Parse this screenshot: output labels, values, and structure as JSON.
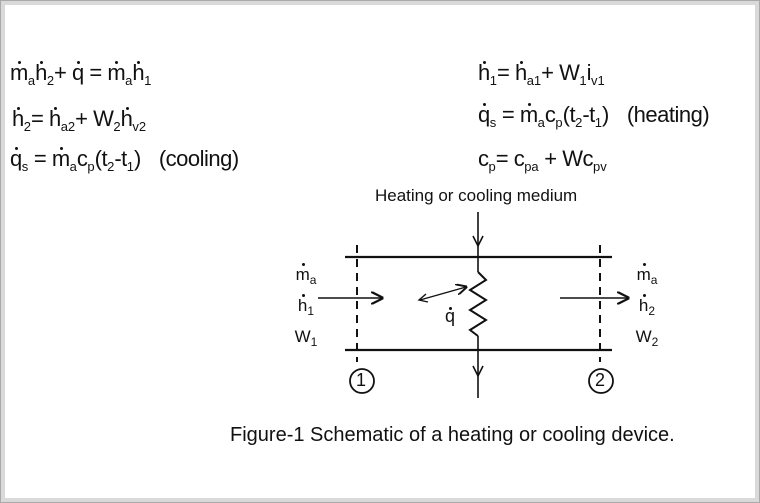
{
  "equations": {
    "left": [
      "ṁah2 + q̇ = ṁah1",
      "h2 = ha2 + W2hv2",
      "q̇s = ṁacp(t2-t1)"
    ],
    "left_note": "(cooling)",
    "right": [
      "h1 = ha1 + W1iv1",
      "q̇s = ṁacp(t2-t1)",
      "cp = cpa + Wcpv"
    ],
    "right_note": "(heating)"
  },
  "diagram": {
    "medium_label": "Heating or cooling medium",
    "inlet": {
      "m": "m",
      "m_sub": "a",
      "h": "h",
      "h_sub": "1",
      "w": "W",
      "w_sub": "1"
    },
    "outlet": {
      "m": "m",
      "m_sub": "a",
      "h": "h",
      "h_sub": "2",
      "w": "W",
      "w_sub": "2"
    },
    "heat_label": "q",
    "station_1": "1",
    "station_2": "2"
  },
  "caption": "Figure-1 Schematic of a heating or cooling device."
}
